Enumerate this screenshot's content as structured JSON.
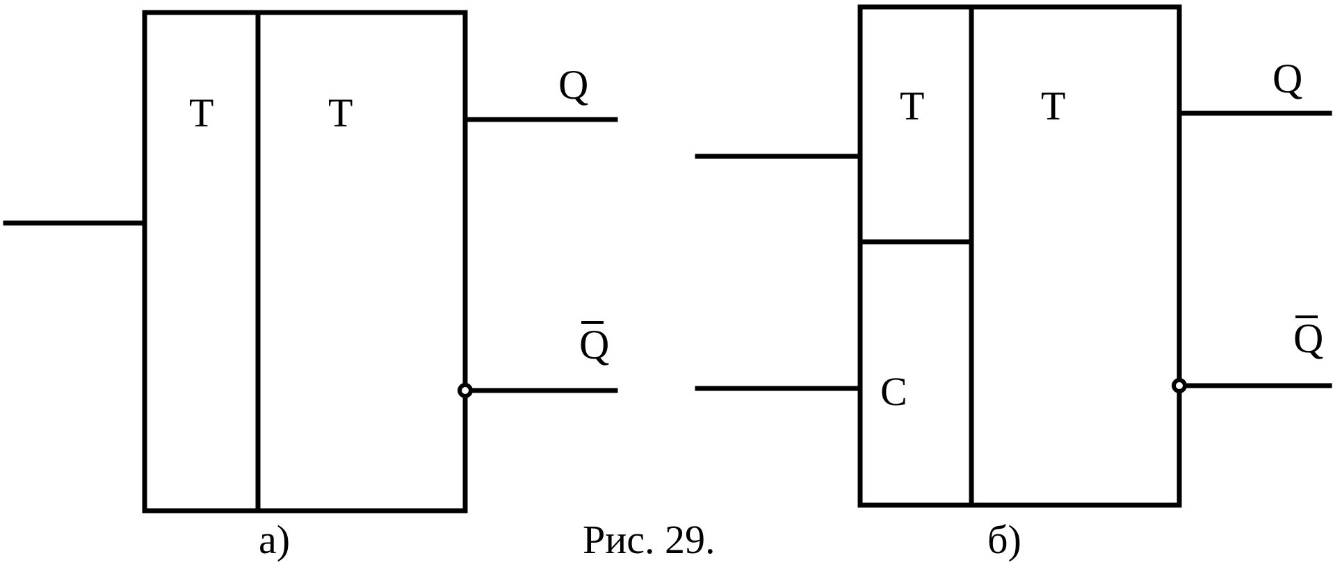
{
  "figure": {
    "caption": "Рис. 29.",
    "stroke_color": "#000000",
    "background_color": "#ffffff"
  },
  "diagram_a": {
    "label": "а)",
    "left_section_label": "T",
    "right_section_label": "T",
    "output_q_label": "Q",
    "output_qbar_label": "Q"
  },
  "diagram_b": {
    "label": "б)",
    "top_left_section_label": "T",
    "bottom_left_section_label": "C",
    "right_section_label": "T",
    "output_q_label": "Q",
    "output_qbar_label": "Q"
  }
}
